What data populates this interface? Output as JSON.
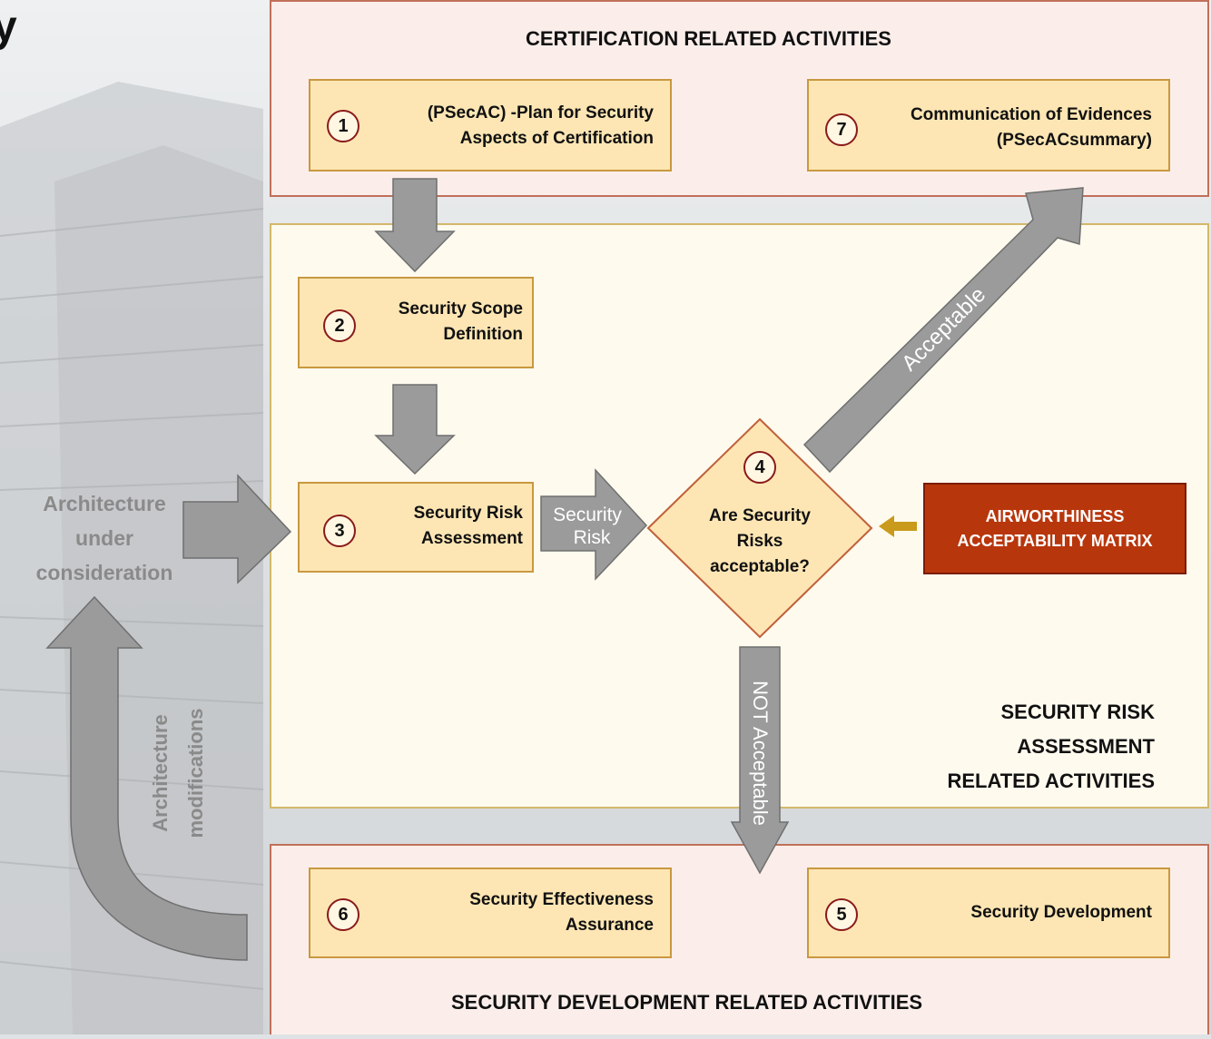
{
  "edge_fragment": "y",
  "panels": {
    "certification": "CERTIFICATION RELATED ACTIVITIES",
    "risk_assessment": "SECURITY RISK\nASSESSMENT\nRELATED ACTIVITIES",
    "development": "SECURITY DEVELOPMENT RELATED ACTIVITIES"
  },
  "steps": [
    {
      "num": "1",
      "label": "(PSecAC)  -Plan for Security\nAspects of Certification"
    },
    {
      "num": "2",
      "label": "Security Scope\nDefinition"
    },
    {
      "num": "3",
      "label": "Security Risk\nAssessment"
    },
    {
      "num": "4",
      "label": "Are Security\nRisks\nacceptable?"
    },
    {
      "num": "5",
      "label": "Security Development"
    },
    {
      "num": "6",
      "label": "Security Effectiveness\nAssurance"
    },
    {
      "num": "7",
      "label": "Communication of Evidences\n(PSecACsummary)"
    }
  ],
  "matrix": "AIRWORTHINESS\nACCEPTABILITY MATRIX",
  "architecture_label": "Architecture\nunder\nconsideration",
  "arrow_labels": {
    "security_risk_1": "Security",
    "security_risk_2": "Risk",
    "acceptable": "Acceptable",
    "not_acceptable": "NOT Acceptable",
    "arch_mod_1": "Architecture",
    "arch_mod_2": "modifications"
  },
  "colors": {
    "panel_border": "#c0705a",
    "box_fill": "#fde6b4",
    "arrow_fill": "#9b9b9b",
    "matrix_fill": "#b8360c",
    "num_border": "#8b1a1a"
  }
}
